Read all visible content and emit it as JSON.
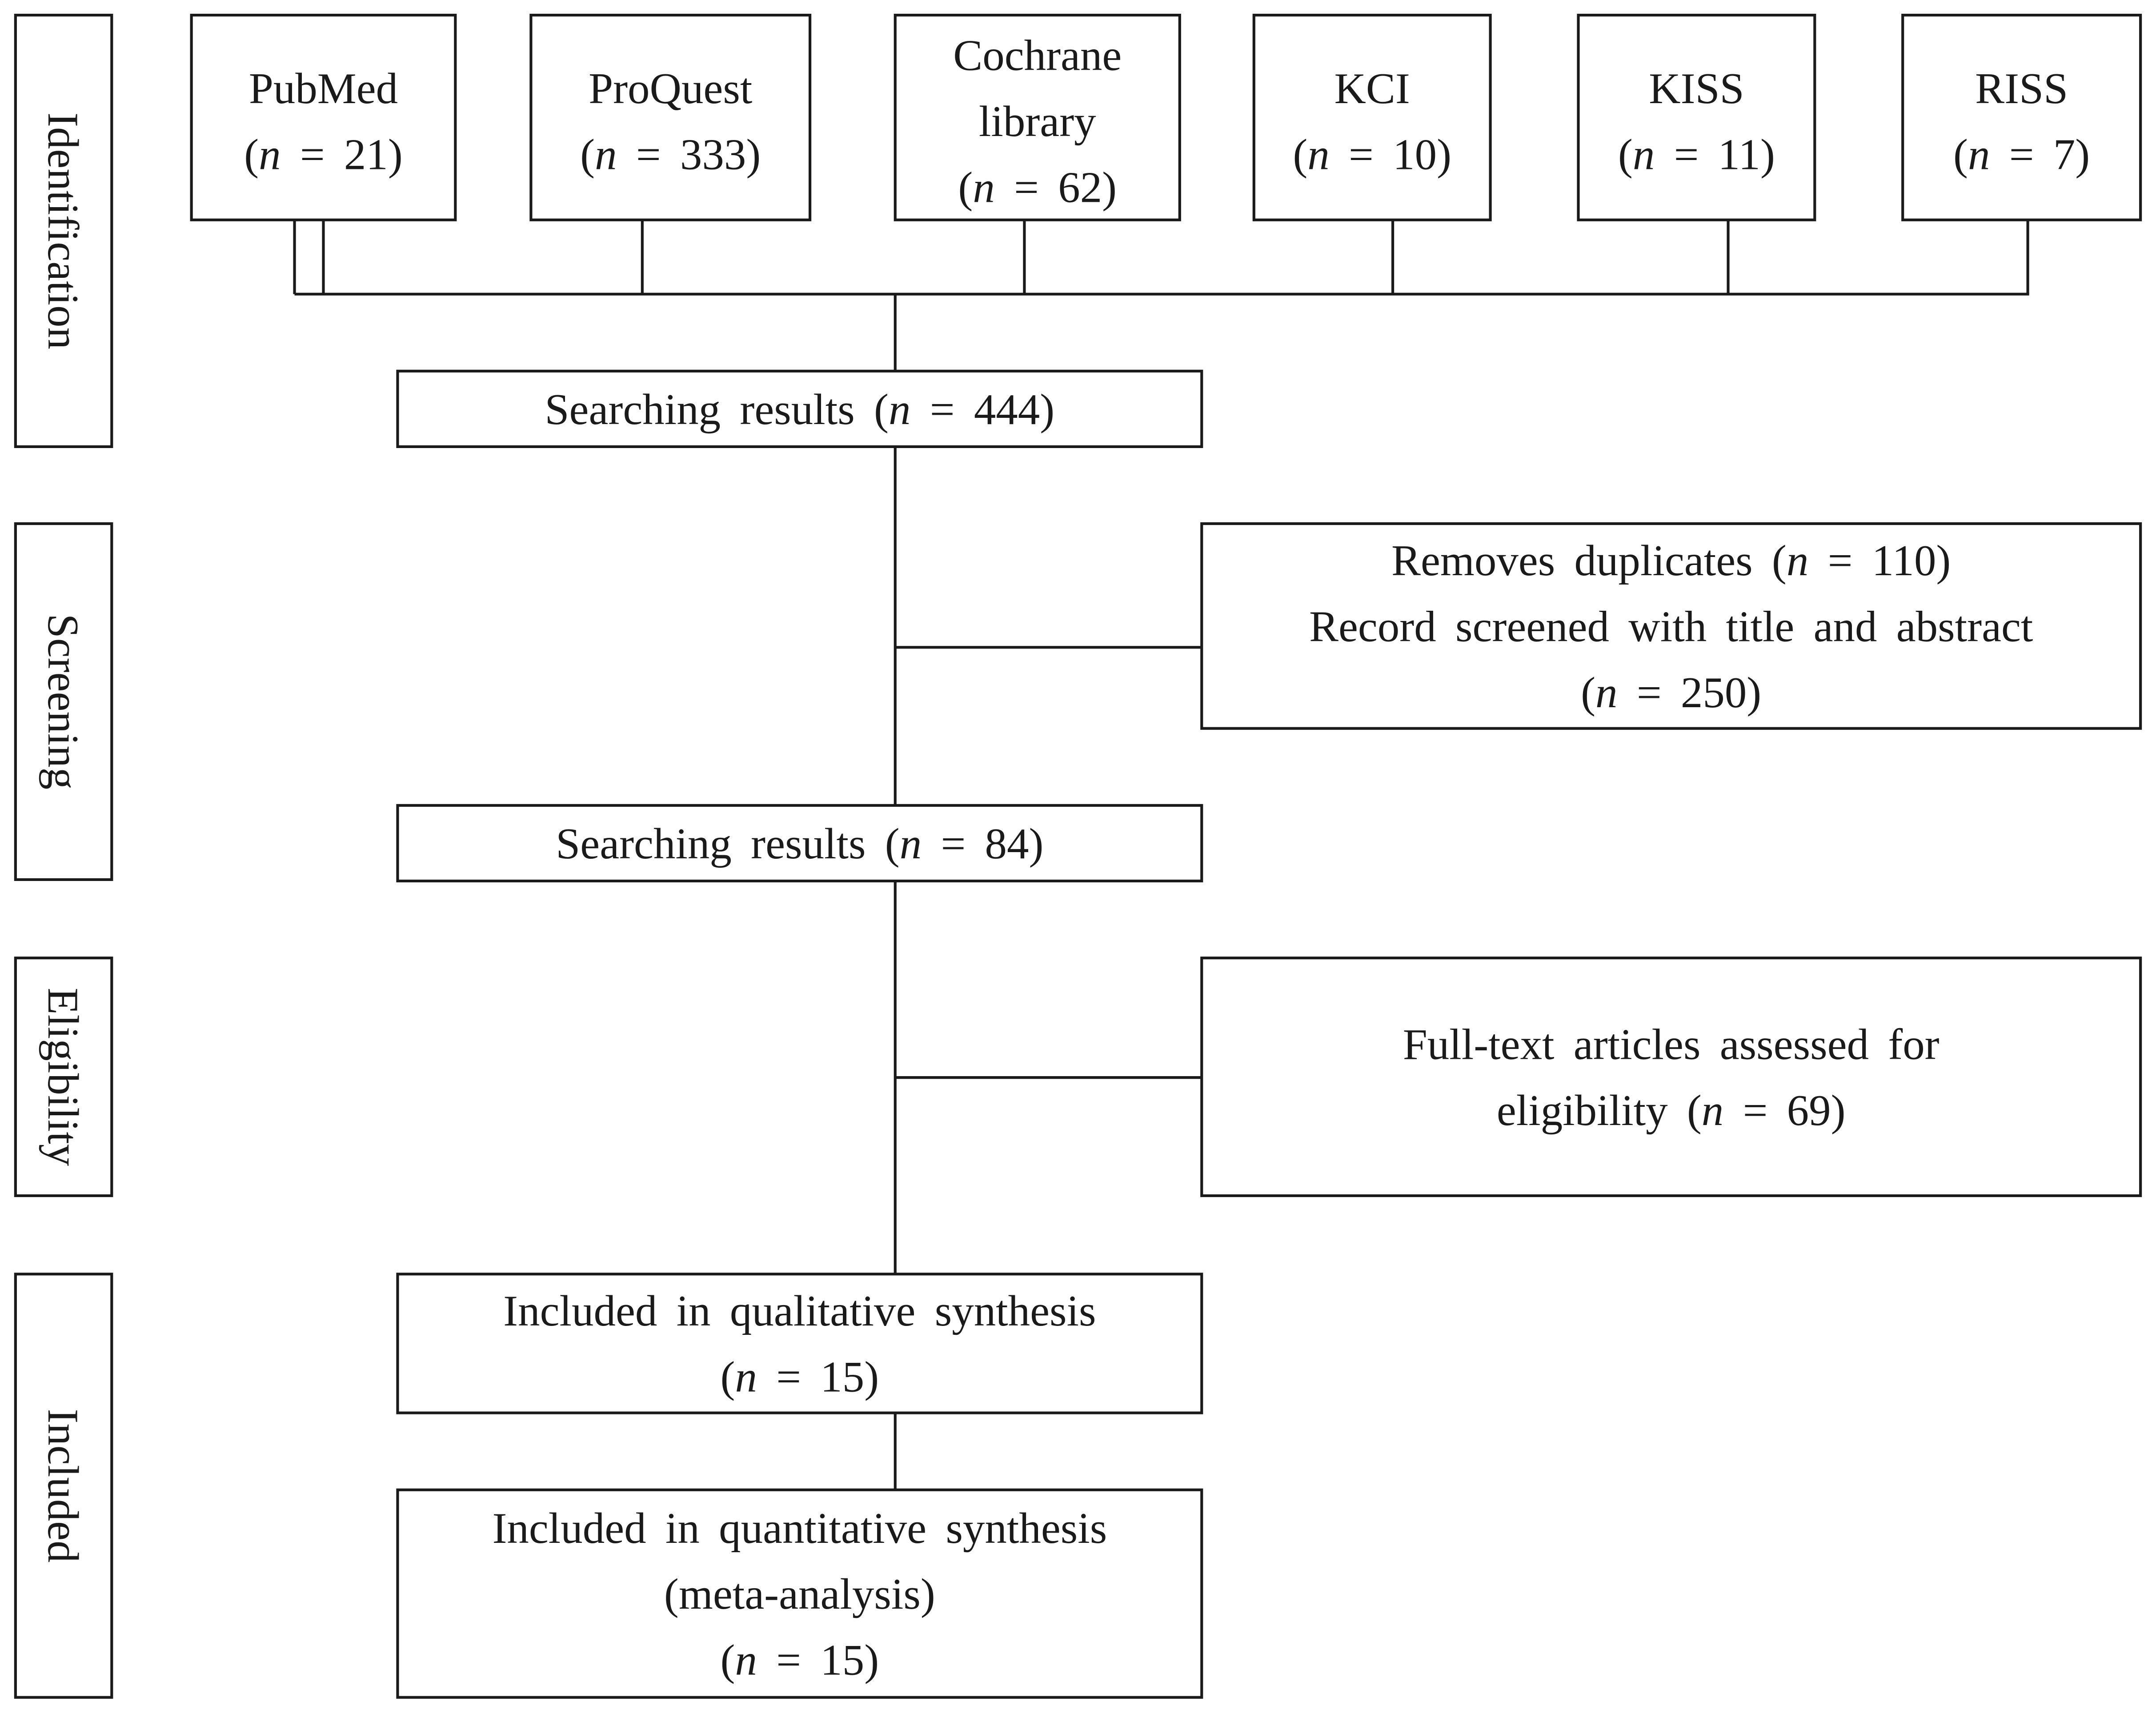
{
  "stages": [
    "Identification",
    "Screening",
    "Eligibility",
    "Included"
  ],
  "sources": [
    {
      "label": [
        "PubMed"
      ],
      "count": "21"
    },
    {
      "label": [
        "ProQuest"
      ],
      "count": "333"
    },
    {
      "label": [
        "Cochrane",
        "library"
      ],
      "count": "62"
    },
    {
      "label": [
        "KCI"
      ],
      "count": "10"
    },
    {
      "label": [
        "KISS"
      ],
      "count": "11"
    },
    {
      "label": [
        "RISS"
      ],
      "count": "7"
    }
  ],
  "steps": {
    "search_results": {
      "lines": [
        "Searching results"
      ],
      "count": "444"
    },
    "removed": {
      "lines": [
        "Removes duplicates (n = 110)",
        "Record screened with title and abstract"
      ],
      "count": "250"
    },
    "search_results_2": {
      "lines": [
        "Searching results"
      ],
      "count": "84"
    },
    "full_text": {
      "lines": [
        "Full-text articles assessed for",
        "eligibility"
      ],
      "count": "69"
    },
    "qualitative": {
      "lines": [
        "Included in qualitative synthesis"
      ],
      "count": "15"
    },
    "quantitative": {
      "lines": [
        "Included in quantitative synthesis",
        "(meta-analysis)"
      ],
      "count": "15"
    }
  },
  "n_symbol": "n"
}
